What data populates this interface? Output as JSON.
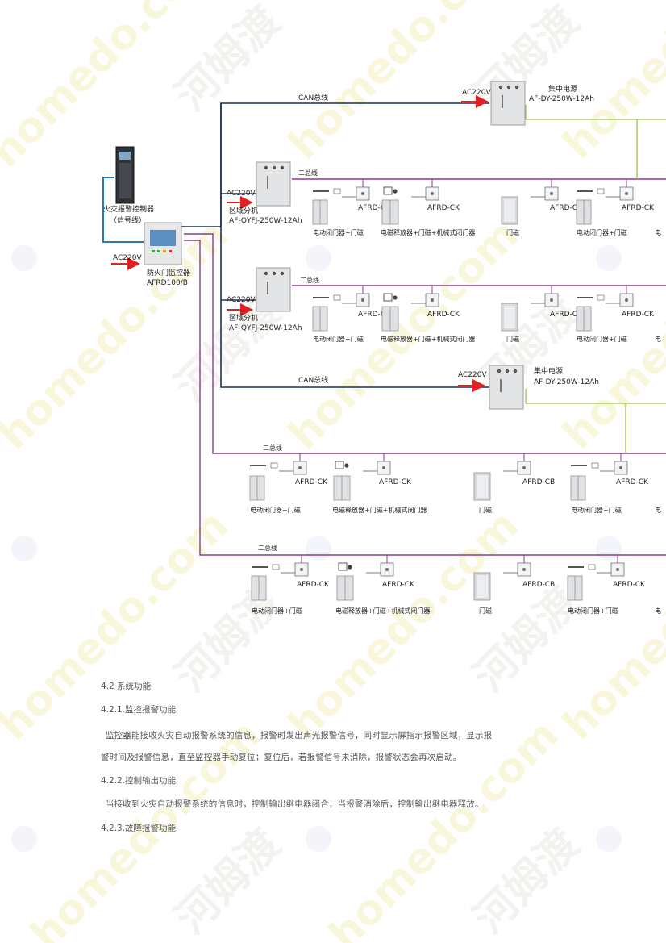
{
  "watermark": {
    "site": "homedo.com",
    "brand": "河姆渡"
  },
  "diagram": {
    "controller": {
      "label": "火灾报警控制器",
      "signal": "（信号线）"
    },
    "monitor": {
      "label": "防火门监控器",
      "model": "AFRD100/B"
    },
    "ac": "AC220V",
    "can_bus": "CAN总线",
    "two_bus": "二总线",
    "power_supply": {
      "label": "集中电源",
      "model": "AF-DY-250W-12Ah"
    },
    "branch": {
      "label": "区域分机",
      "model": "AF-QYFJ-250W-12Ah"
    },
    "module_ck": "AFRD-CK",
    "module_cb": "AFRD-CB",
    "dev_closer": "电动闭门器+门磁",
    "dev_release": "电磁释放器+门磁+机械式闭门器",
    "dev_door": "门磁",
    "dev_cut": "电"
  },
  "text": {
    "h42": "4.2 系统功能",
    "h421": "4.2.1.监控报警功能",
    "p1a": "监控器能接收火灾自动报警系统的信息，报警时发出声光报警信号，同时显示屏指示报警区域，显示报",
    "p1b": "警时间及报警信息，直至监控器手动复位；复位后，若报警信号未消除，报警状态会再次启动。",
    "h422": "4.2.2.控制输出功能",
    "p2": "当接收到火灾自动报警系统的信息时，控制输出继电器闭合，当报警消除后，控制输出继电器释放。",
    "h423": "4.2.3.故障报警功能"
  }
}
